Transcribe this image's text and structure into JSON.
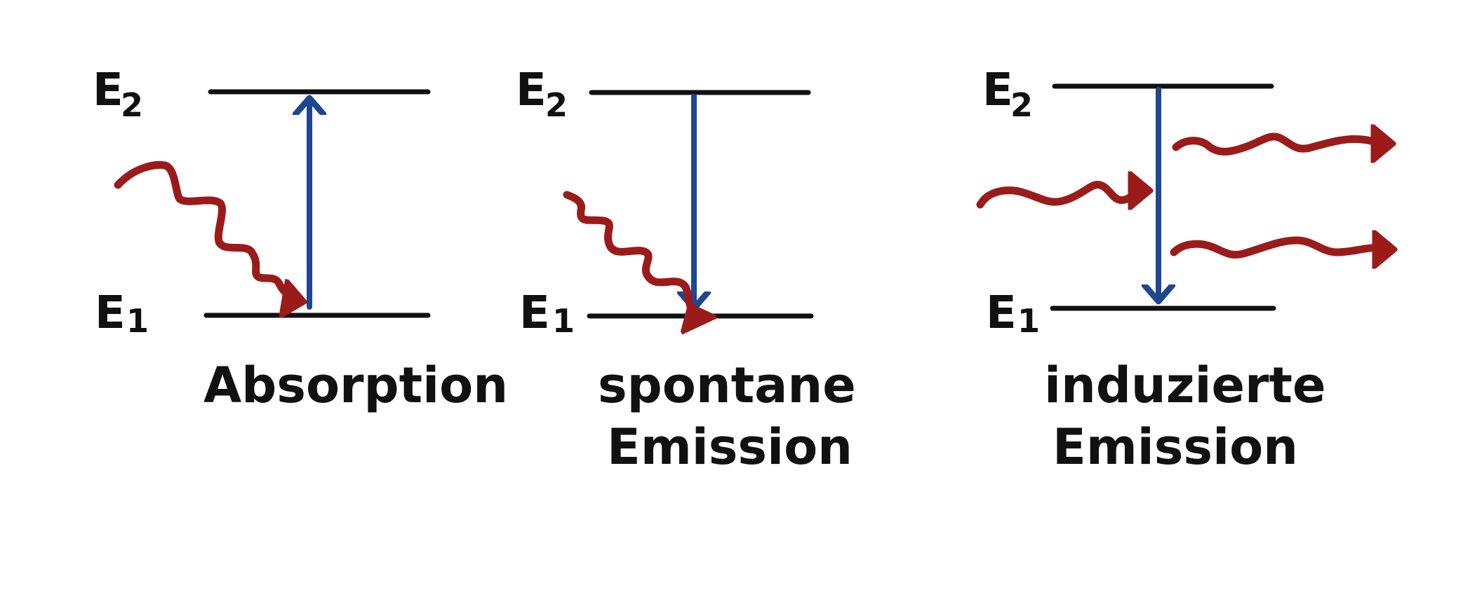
{
  "panels": [
    {
      "upper_label": "E",
      "upper_sub": "2",
      "lower_label": "E",
      "lower_sub": "1",
      "caption": [
        "Absorption"
      ]
    },
    {
      "upper_label": "E",
      "upper_sub": "2",
      "lower_label": "E",
      "lower_sub": "1",
      "caption": [
        "spontane",
        "Emission"
      ]
    },
    {
      "upper_label": "E",
      "upper_sub": "2",
      "lower_label": "E",
      "lower_sub": "1",
      "caption": [
        "induzierte",
        "Emission"
      ]
    }
  ],
  "colors": {
    "level": "#111111",
    "transition": "#1f4690",
    "photon": "#9b1b1b"
  }
}
